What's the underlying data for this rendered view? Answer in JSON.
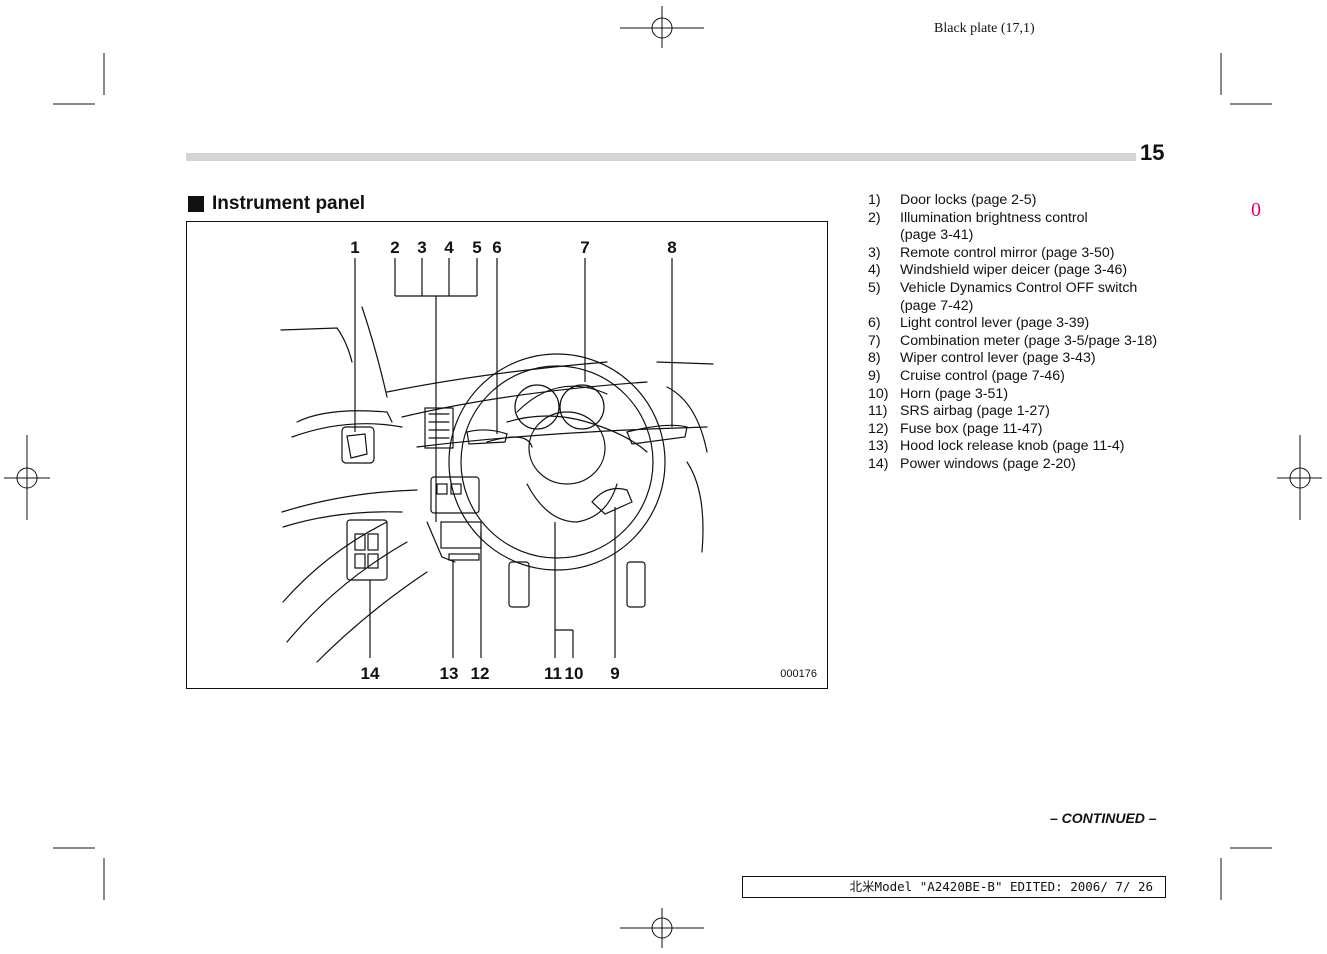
{
  "plate_label": "Black plate (17,1)",
  "page_number": "15",
  "side_mark": "0",
  "section_title": "Instrument panel",
  "figure": {
    "code": "000176",
    "callouts_top": [
      "1",
      "2",
      "3",
      "4",
      "5",
      "6",
      "7",
      "8"
    ],
    "callouts_bottom": [
      "14",
      "13",
      "12",
      "11",
      "10",
      "9"
    ]
  },
  "legend": [
    {
      "num": "1)",
      "text": "Door locks (page 2-5)"
    },
    {
      "num": "2)",
      "text": "Illumination brightness control",
      "sub": "(page 3-41)"
    },
    {
      "num": "3)",
      "text": "Remote control mirror (page 3-50)"
    },
    {
      "num": "4)",
      "text": "Windshield wiper deicer (page 3-46)"
    },
    {
      "num": "5)",
      "text": "Vehicle Dynamics Control OFF switch",
      "sub": "(page 7-42)"
    },
    {
      "num": "6)",
      "text": "Light control lever (page 3-39)"
    },
    {
      "num": "7)",
      "text": "Combination meter (page 3-5/page 3-18)"
    },
    {
      "num": "8)",
      "text": "Wiper control lever (page 3-43)"
    },
    {
      "num": "9)",
      "text": "Cruise control (page 7-46)"
    },
    {
      "num": "10)",
      "text": "Horn (page 3-51)"
    },
    {
      "num": "11)",
      "text": "SRS airbag (page 1-27)"
    },
    {
      "num": "12)",
      "text": "Fuse box (page 11-47)"
    },
    {
      "num": "13)",
      "text": "Hood lock release knob (page 11-4)"
    },
    {
      "num": "14)",
      "text": "Power windows (page 2-20)"
    }
  ],
  "continued": "– CONTINUED –",
  "footer": "北米Model \"A2420BE-B\" EDITED: 2006/ 7/ 26"
}
